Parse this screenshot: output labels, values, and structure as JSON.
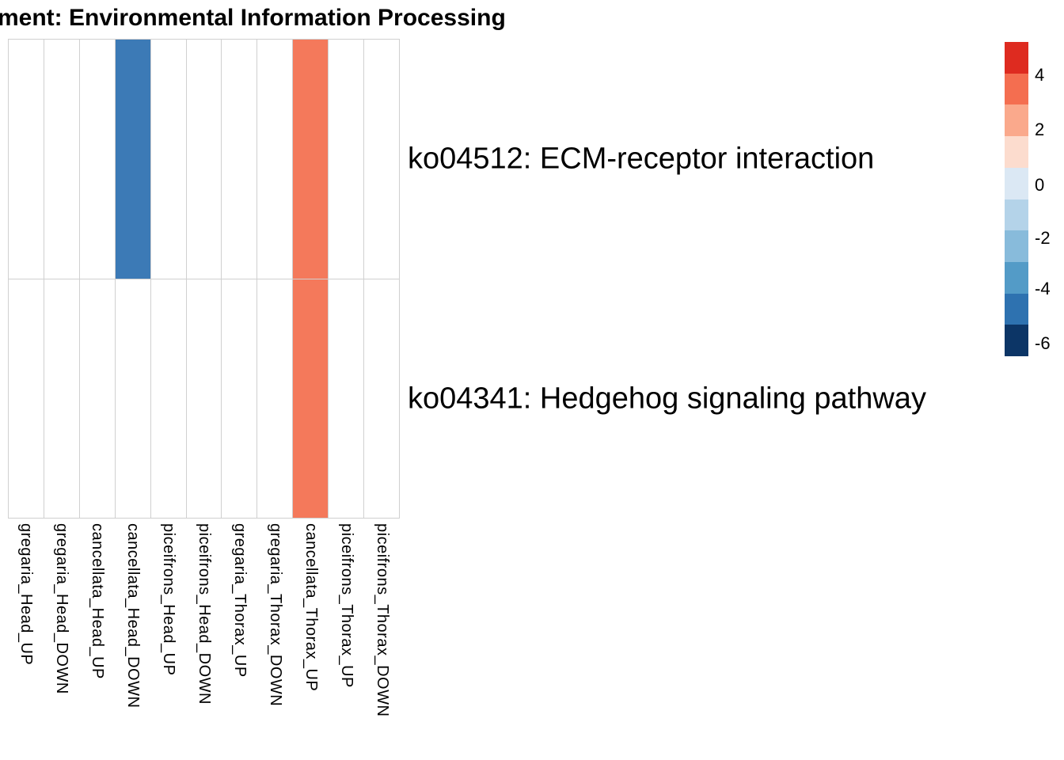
{
  "chart_data": {
    "type": "heatmap",
    "title": "ment: Environmental Information Processing",
    "columns": [
      "gregaria_Head_UP",
      "gregaria_Head_DOWN",
      "cancellata_Head_UP",
      "cancellata_Head_DOWN",
      "piceifrons_Head_UP",
      "piceifrons_Head_DOWN",
      "gregaria_Thorax_UP",
      "gregaria_Thorax_DOWN",
      "cancellata_Thorax_UP",
      "piceifrons_Thorax_UP",
      "piceifrons_Thorax_DOWN"
    ],
    "rows": [
      "ko04512: ECM-receptor interaction",
      "ko04341: Hedgehog signaling pathway"
    ],
    "cells": [
      {
        "row": 0,
        "col": 3,
        "column": "cancellata_Head_DOWN",
        "value": -4,
        "color": "#3c7ab6"
      },
      {
        "row": 0,
        "col": 8,
        "column": "cancellata_Thorax_UP",
        "value": 2.5,
        "color": "#f4795b"
      },
      {
        "row": 1,
        "col": 8,
        "column": "cancellata_Thorax_UP",
        "value": 2.5,
        "color": "#f4795b"
      }
    ],
    "empty_color": "#ffffff",
    "grid_color": "#d0d0d0",
    "legend": {
      "position": "top-right",
      "ticks": [
        {
          "label": "4",
          "pos_pct": 10.5
        },
        {
          "label": "2",
          "pos_pct": 28
        },
        {
          "label": "0",
          "pos_pct": 45.5
        },
        {
          "label": "-2",
          "pos_pct": 62.5
        },
        {
          "label": "-4",
          "pos_pct": 78.5
        },
        {
          "label": "-6",
          "pos_pct": 96
        }
      ],
      "colors": [
        "#de2b20",
        "#f46e50",
        "#faa98c",
        "#fcdcce",
        "#dbe8f4",
        "#b4d3e9",
        "#88bbdb",
        "#539bc7",
        "#2e72b0",
        "#0c3566"
      ]
    }
  }
}
